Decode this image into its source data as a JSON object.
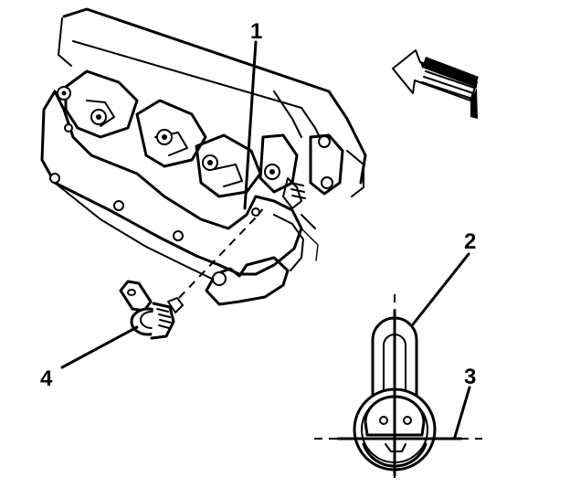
{
  "callouts": {
    "c1": "1",
    "c2": "2",
    "c3": "3",
    "c4": "4"
  },
  "icons": {
    "direction": "view-direction-arrow-icon"
  },
  "colors": {
    "ink": "#000000",
    "paper": "#ffffff"
  }
}
